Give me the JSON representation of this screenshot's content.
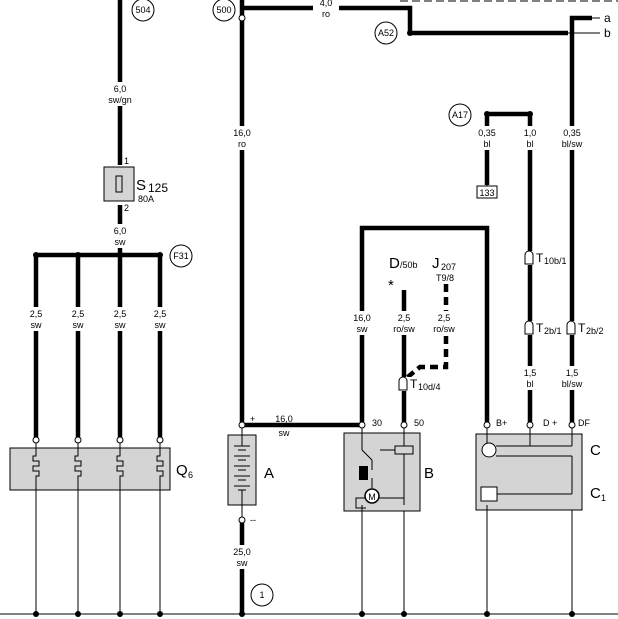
{
  "references": {
    "r504": "504",
    "r500": "500",
    "a52": "A52",
    "a17": "A17",
    "f31": "F31",
    "r1": "1",
    "r133": "133"
  },
  "wires": {
    "w504": {
      "size": "6,0",
      "color": "sw/gn"
    },
    "w_fuse_out": {
      "size": "6,0",
      "color": "sw"
    },
    "w500": {
      "size": "16,0",
      "color": "ro"
    },
    "w_top": {
      "size": "4,0",
      "color": "ro"
    },
    "w_f31_1": {
      "size": "2,5",
      "color": "sw"
    },
    "w_f31_2": {
      "size": "2,5",
      "color": "sw"
    },
    "w_f31_3": {
      "size": "2,5",
      "color": "sw"
    },
    "w_f31_4": {
      "size": "2,5",
      "color": "sw"
    },
    "w_bplus": {
      "size": "16,0",
      "color": "sw"
    },
    "w_d50b": {
      "size": "2,5",
      "color": "ro/sw"
    },
    "w_j207": {
      "size": "2,5",
      "color": "ro/sw"
    },
    "w_a17_1": {
      "size": "0,35",
      "color": "bl"
    },
    "w_a17_2": {
      "size": "1,0",
      "color": "bl"
    },
    "w_a17_3": {
      "size": "0,35",
      "color": "bl/sw"
    },
    "w_d": {
      "size": "1,5",
      "color": "bl"
    },
    "w_df": {
      "size": "1,5",
      "color": "bl/sw"
    },
    "w_batt_plus": {
      "size": "16,0",
      "color": "sw"
    },
    "w_ground": {
      "size": "25,0",
      "color": "sw"
    }
  },
  "fuse": {
    "name": "S",
    "sub": "125",
    "rating": "80A",
    "pin_in": "1",
    "pin_out": "2"
  },
  "connectors": {
    "t10b": {
      "name": "T",
      "sub": "10b/1"
    },
    "t2b1": {
      "name": "T",
      "sub": "2b/1"
    },
    "t2b2": {
      "name": "T",
      "sub": "2b/2"
    },
    "t10d": {
      "name": "T",
      "sub": "10d/4"
    }
  },
  "signals": {
    "d50b_main": "D",
    "d50b_sub": "/50b",
    "j207_main": "J",
    "j207_sub": "207",
    "j207_pin": "T9/8",
    "star": "*"
  },
  "components": {
    "battery": "A",
    "starter": "B",
    "alternator": "C",
    "alternator_reg": "C",
    "alternator_reg_sub": "1",
    "heater": "Q",
    "heater_sub": "6",
    "motor": "M"
  },
  "terminals": {
    "battery_plus": "+",
    "battery_minus": "--",
    "s30": "30",
    "s50": "50",
    "c_bplus": "B+",
    "c_dplus": "D +",
    "c_df": "DF"
  },
  "edge_labels": {
    "a": "a",
    "b": "b"
  }
}
